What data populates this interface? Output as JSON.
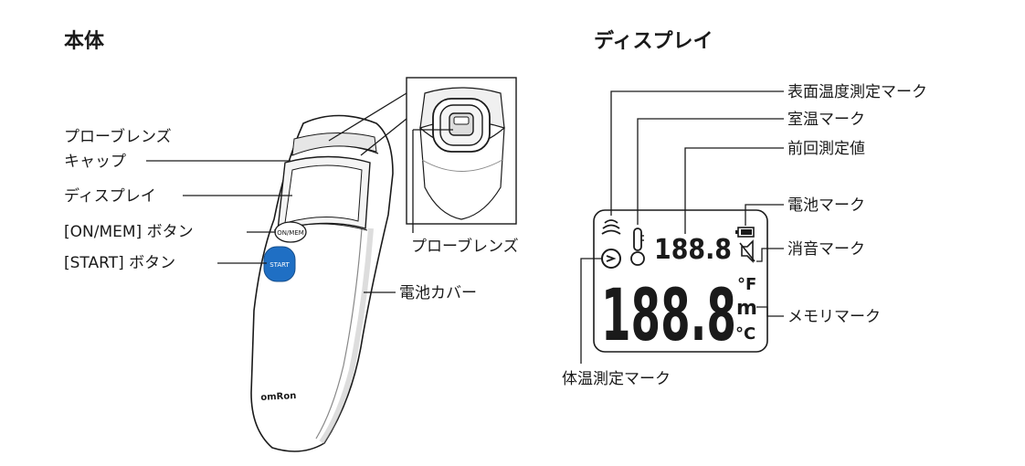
{
  "titles": {
    "body": "本体",
    "display": "ディスプレイ"
  },
  "device_labels": {
    "probe_cap_line1": "プローブレンズ",
    "probe_cap_line2": "キャップ",
    "display": "ディスプレイ",
    "on_mem_button": "[ON/MEM] ボタン",
    "start_button": "[START] ボタン",
    "probe_lens": "プローブレンズ",
    "battery_cover": "電池カバー"
  },
  "device_markings": {
    "on_mem": "ON/MEM",
    "start": "START",
    "brand": "omRon"
  },
  "display_labels": {
    "surface_temp_mark": "表面温度測定マーク",
    "room_temp_mark": "室温マーク",
    "prev_measure": "前回測定値",
    "battery_mark": "電池マーク",
    "mute_mark": "消音マーク",
    "memory_mark": "メモリマーク",
    "body_temp_mark": "体温測定マーク"
  },
  "lcd": {
    "small_digits": "188.8",
    "large_digits": "188.8",
    "unit_f": "°F",
    "unit_c": "°C",
    "memory_glyph": "m"
  },
  "colors": {
    "start_button": "#1f6fc4",
    "outline": "#1a1a1a",
    "device_shade": "#d9d9d9"
  }
}
